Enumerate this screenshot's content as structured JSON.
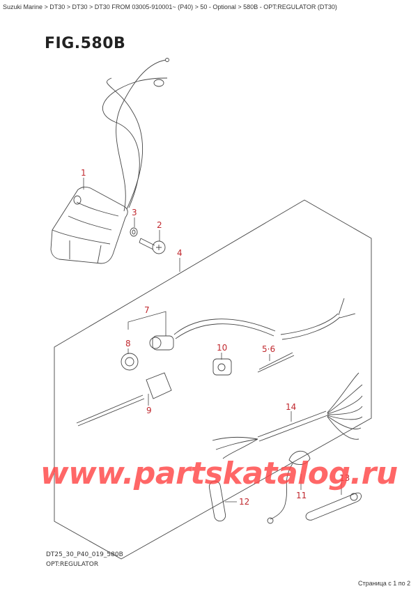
{
  "breadcrumb": {
    "text": "Suzuki Marine > DT30 > DT30 > DT30 FROM 03005-910001~ (P40) > 50 - Optional > 580B - OPT:REGULATOR (DT30)",
    "items": [
      "Suzuki Marine",
      "DT30",
      "DT30",
      "DT30 FROM 03005-910001~ (P40)",
      "50 - Optional",
      "580B - OPT:REGULATOR (DT30)"
    ]
  },
  "figure": {
    "title": "FIG.580B",
    "code": "DT25_30_P40_019_580B",
    "subtitle": "OPT:REGULATOR"
  },
  "callouts": {
    "c1": "1",
    "c2": "2",
    "c3": "3",
    "c4": "4",
    "c56": "5·6",
    "c7": "7",
    "c8": "8",
    "c9": "9",
    "c10": "10",
    "c11": "11",
    "c12": "12",
    "c13": "13",
    "c14": "14"
  },
  "watermark": "www.partskatalog.ru",
  "pager": "Страница с 1 по 2",
  "colors": {
    "callout": "#c0272d",
    "watermark": "#ff4646",
    "line": "#444444"
  }
}
